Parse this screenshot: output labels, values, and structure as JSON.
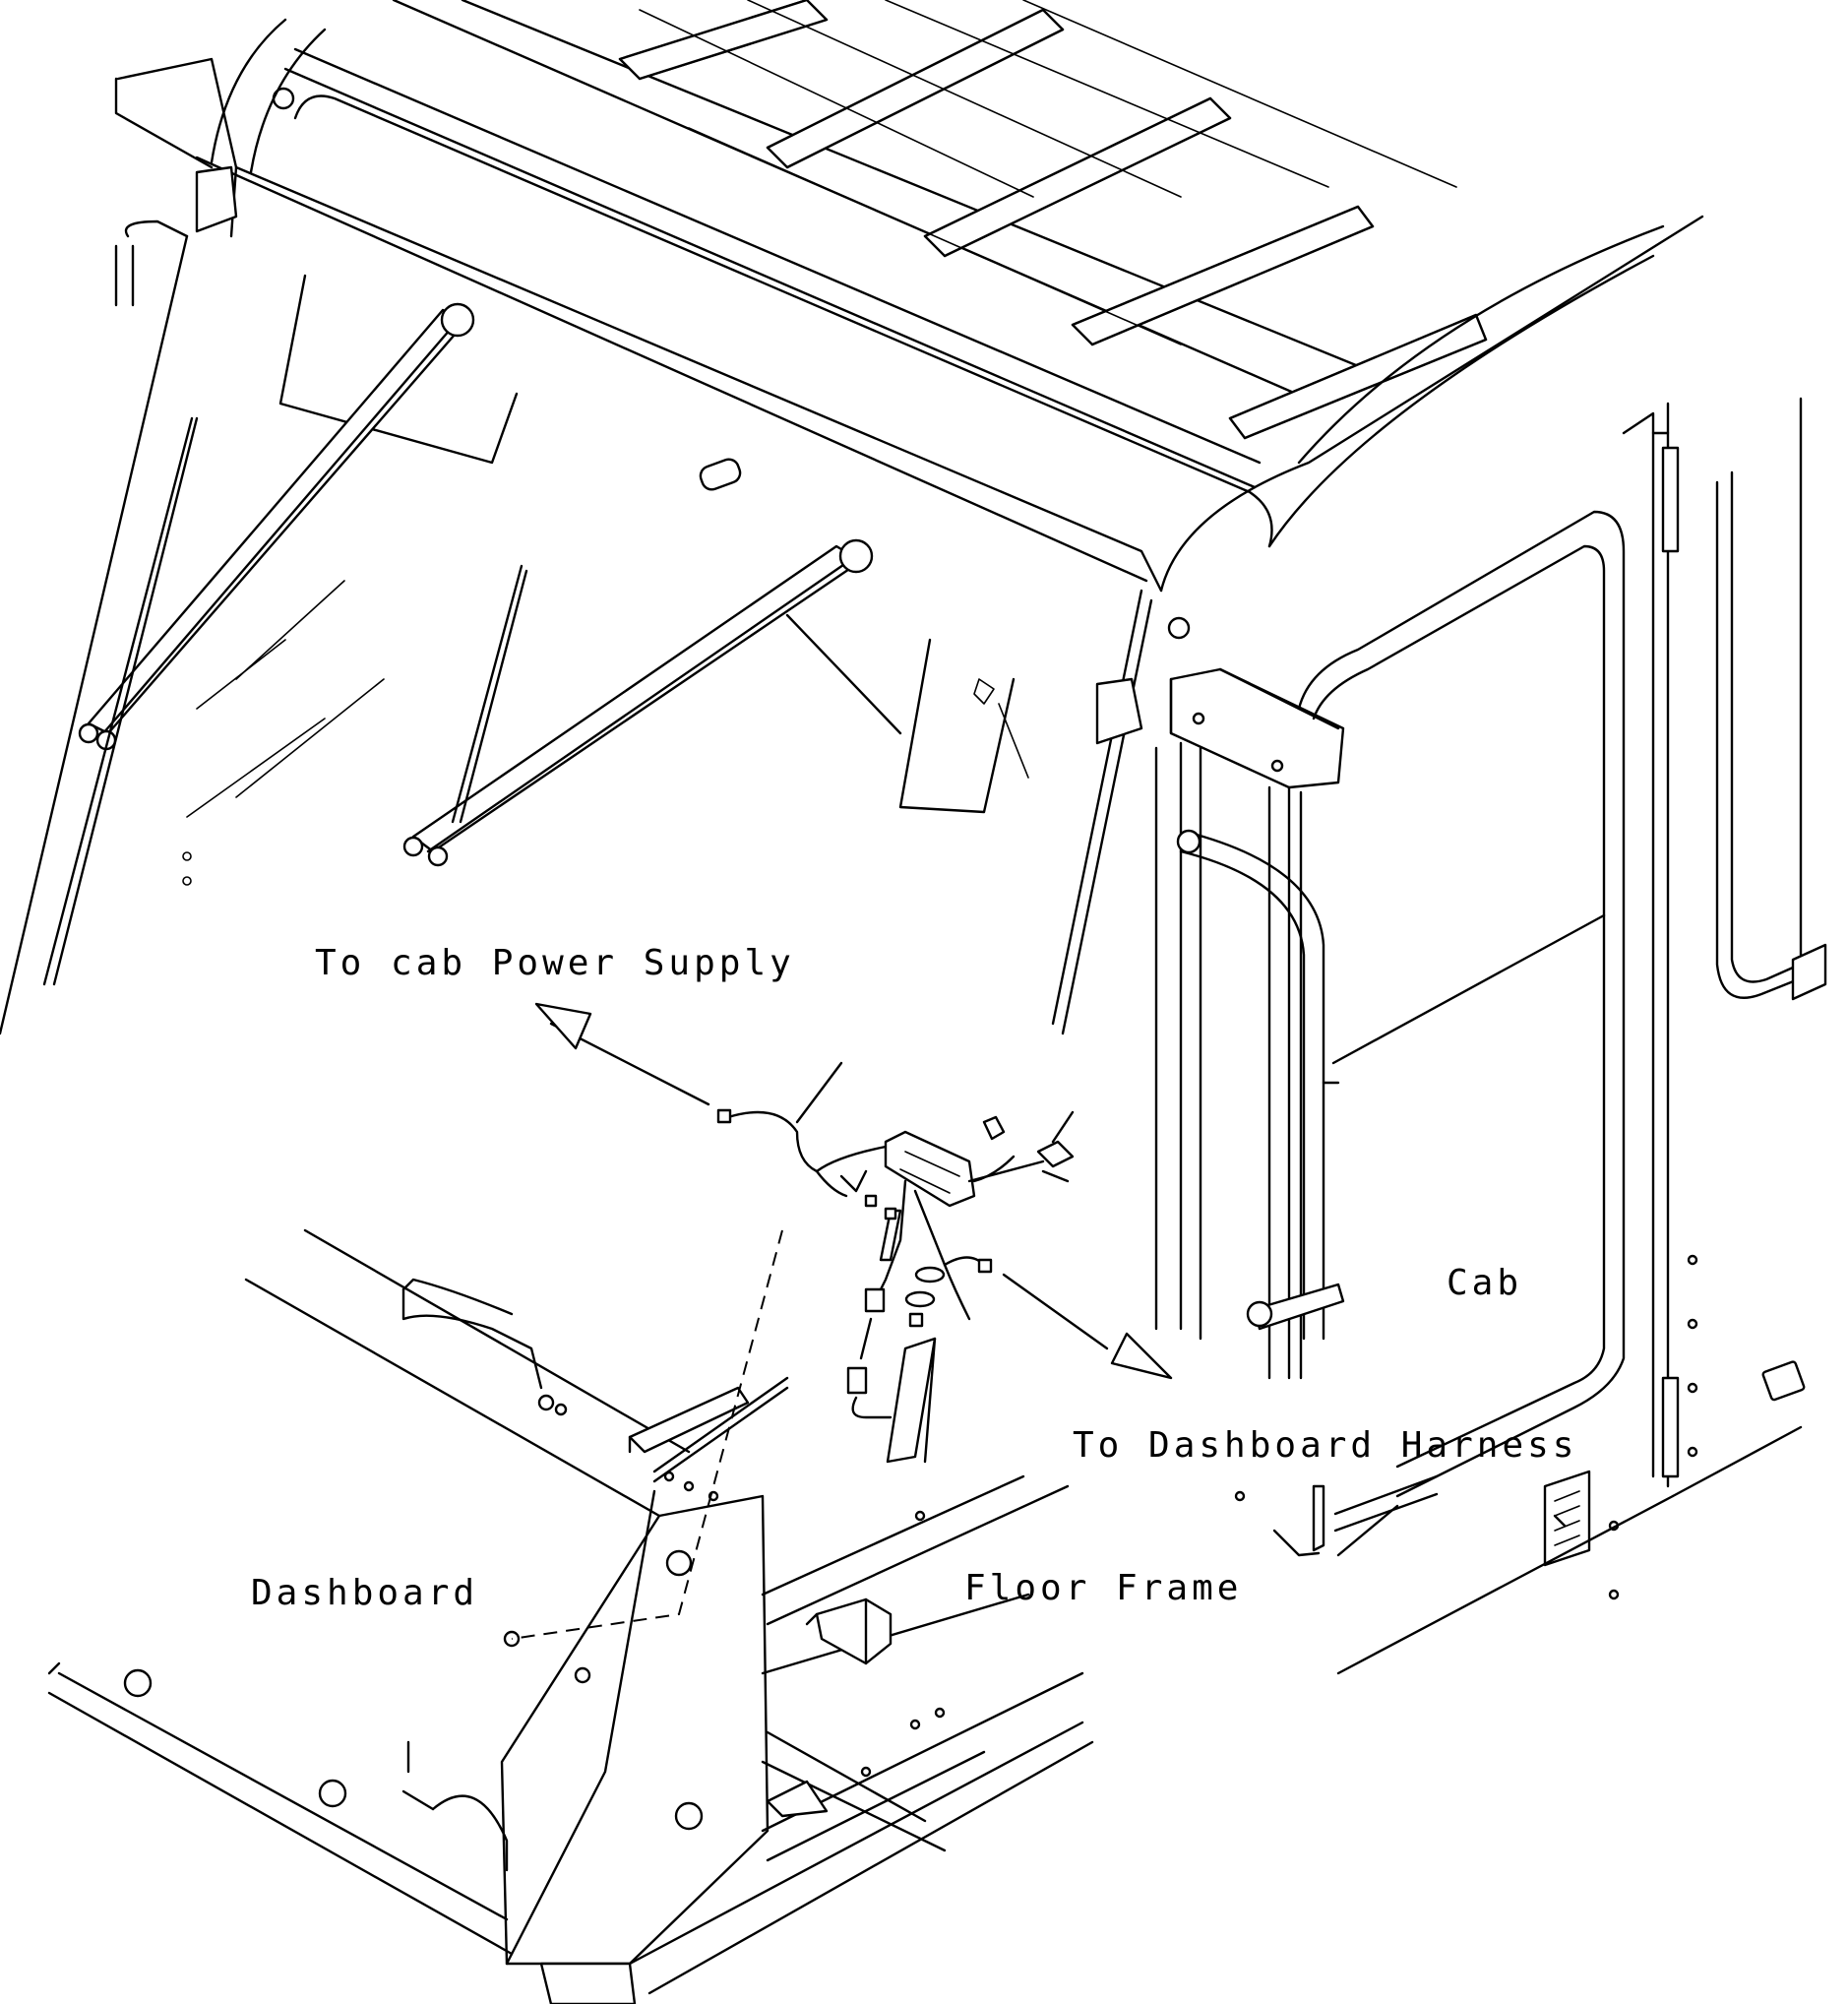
{
  "labels": {
    "to_cab_power_supply": "To cab Power Supply",
    "cab": "Cab",
    "to_dashboard_harness": "To Dashboard Harness",
    "dashboard": "Dashboard",
    "floor_frame": "Floor Frame"
  }
}
